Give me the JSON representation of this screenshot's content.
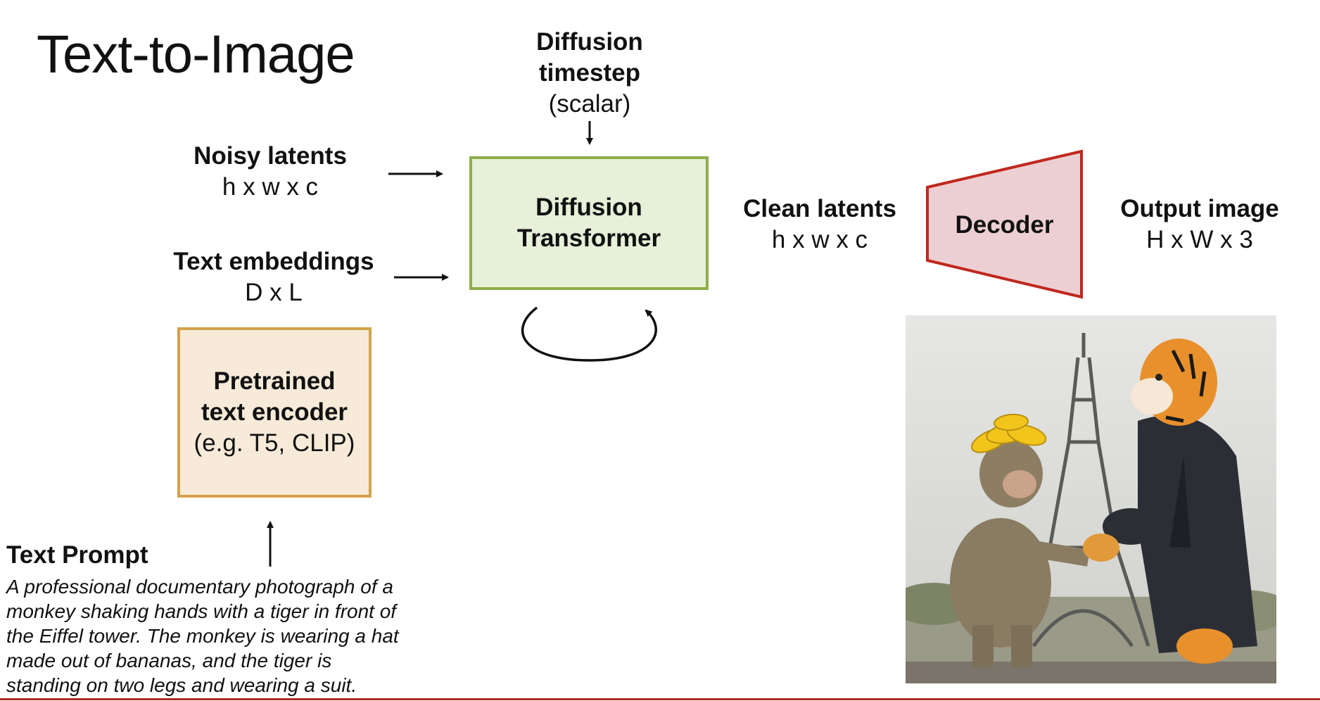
{
  "title": "Text-to-Image",
  "timestep": {
    "line1": "Diffusion",
    "line2": "timestep",
    "line3": "(scalar)"
  },
  "noisy": {
    "name": "Noisy latents",
    "dims": "h x w x c"
  },
  "textemb": {
    "name": "Text embeddings",
    "dims": "D x L"
  },
  "dit": {
    "line1": "Diffusion",
    "line2": "Transformer"
  },
  "clean": {
    "name": "Clean latents",
    "dims": "h x w x c"
  },
  "decoder": {
    "label": "Decoder"
  },
  "output": {
    "name": "Output image",
    "dims": "H x W x 3"
  },
  "encoder": {
    "line1": "Pretrained",
    "line2": "text encoder",
    "line3": "(e.g. T5, CLIP)"
  },
  "prompt": {
    "heading": "Text Prompt",
    "text": "A professional documentary photograph of a monkey shaking hands with a tiger in front of the Eiffel tower. The monkey is wearing a hat made out of bananas, and the tiger is standing on two legs and wearing a suit."
  },
  "colors": {
    "dit_fill": "#e7f0d8",
    "dit_border": "#8fad4a",
    "encoder_fill": "#f7ead8",
    "encoder_border": "#d4a24a",
    "decoder_fill": "#eccfd2",
    "decoder_border": "#c0281e",
    "rule": "#b22a22"
  }
}
